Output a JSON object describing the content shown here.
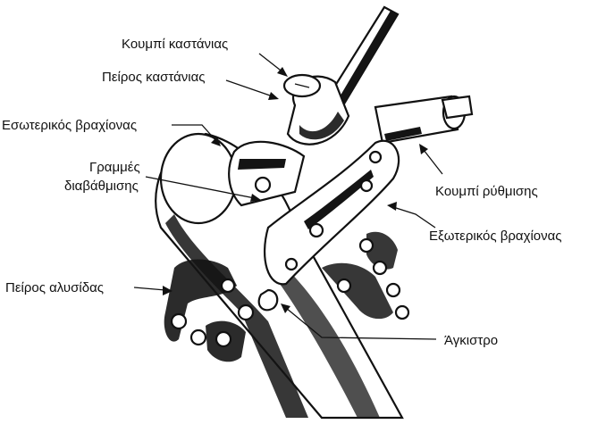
{
  "diagram": {
    "labels": {
      "ratchet_knob": "Κουμπί καστάνιας",
      "ratchet_pin": "Πείρος καστάνιας",
      "inner_arm": "Εσωτερικός βραχίονας",
      "graduation_lines_1": "Γραμμές",
      "graduation_lines_2": "διαβάθμισης",
      "adjust_knob": "Κουμπί ρύθμισης",
      "outer_arm": "Εξωτερικός βραχίονας",
      "chain_pin": "Πείρος αλυσίδας",
      "hook": "Άγκιστρο"
    }
  }
}
